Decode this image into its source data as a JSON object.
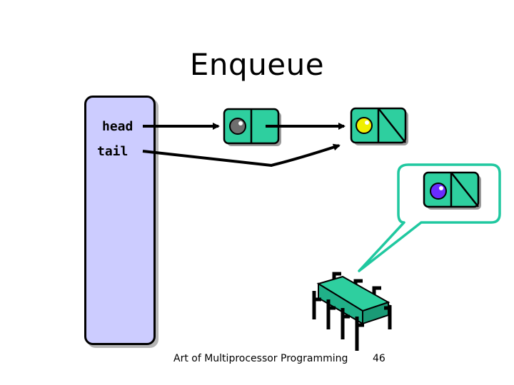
{
  "slide": {
    "title": "Enqueue",
    "footer": "Art of Multiprocessor Programming",
    "page_number": "46"
  },
  "memory": {
    "fields": [
      "head",
      "tail"
    ]
  },
  "nodes": [
    {
      "value_color": "#6e6e6e",
      "next": "pointer"
    },
    {
      "value_color": "#f0f000",
      "next": "null"
    },
    {
      "value_color": "#6a2cff",
      "next": "null",
      "in_bubble": true
    }
  ],
  "colors": {
    "node_fill": "#2ecf9f",
    "bubble_outline": "#20c8a0",
    "memory_fill": "#ccccff"
  }
}
